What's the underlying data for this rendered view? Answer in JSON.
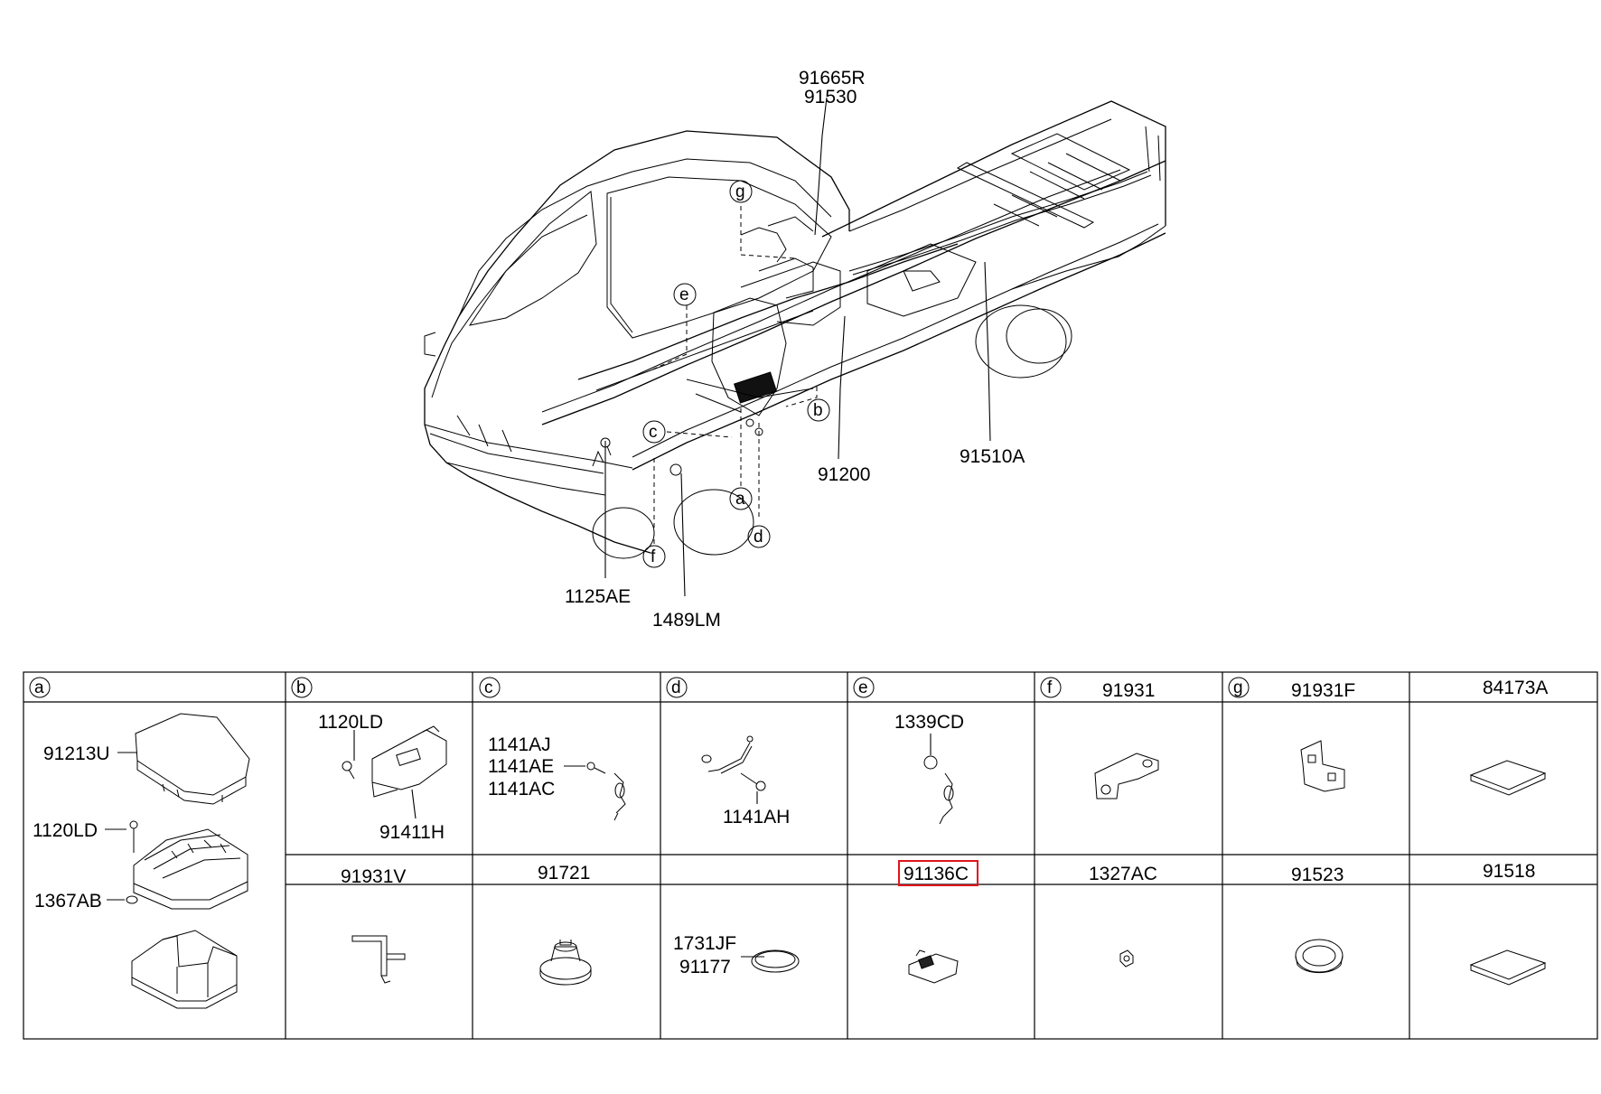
{
  "main_labels": {
    "l91665r": "91665R",
    "l91530": "91530",
    "l91200": "91200",
    "l91510a": "91510A",
    "l1125ae": "1125AE",
    "l1489lm": "1489LM"
  },
  "view_letters": {
    "g": "g",
    "e": "e",
    "c": "c",
    "b": "b",
    "a": "a",
    "d": "d",
    "f": "f"
  },
  "table": {
    "cells": {
      "a": "a",
      "b": "b",
      "c": "c",
      "d": "d",
      "e": "e",
      "f": "f",
      "g": "g"
    },
    "headers": {
      "f": "91931",
      "g": "91931F",
      "h": "84173A",
      "r2b": "91931V",
      "r2c": "91721",
      "r2e": "91136C",
      "r2f": "1327AC",
      "r2g": "91523",
      "r2h": "91518"
    },
    "parts": {
      "a_91213u": "91213U",
      "a_1120ld": "1120LD",
      "a_1367ab": "1367AB",
      "b_1120ld": "1120LD",
      "b_91411h": "91411H",
      "c_1141aj": "1141AJ",
      "c_1141ae": "1141AE",
      "c_1141ac": "1141AC",
      "d_1141ah": "1141AH",
      "e_1339cd": "1339CD",
      "r2d_1731jf": "1731JF",
      "r2d_91177": "91177"
    },
    "highlight_color": "#e0141c"
  }
}
